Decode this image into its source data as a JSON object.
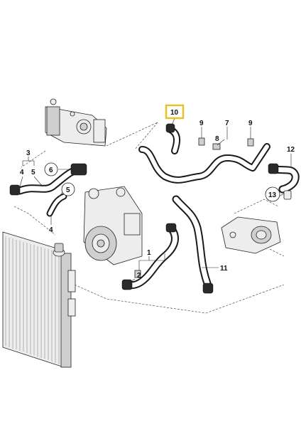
{
  "callouts": {
    "c1": "1",
    "c2": "2",
    "c3": "3",
    "c4a": "4",
    "c4b": "4",
    "c5a": "5",
    "c5b": "5",
    "c6": "6",
    "c7": "7",
    "c8": "8",
    "c9a": "9",
    "c9b": "9",
    "c10": "10",
    "c11": "11",
    "c12": "12",
    "c13": "13"
  },
  "highlight_color": "#e8c020"
}
